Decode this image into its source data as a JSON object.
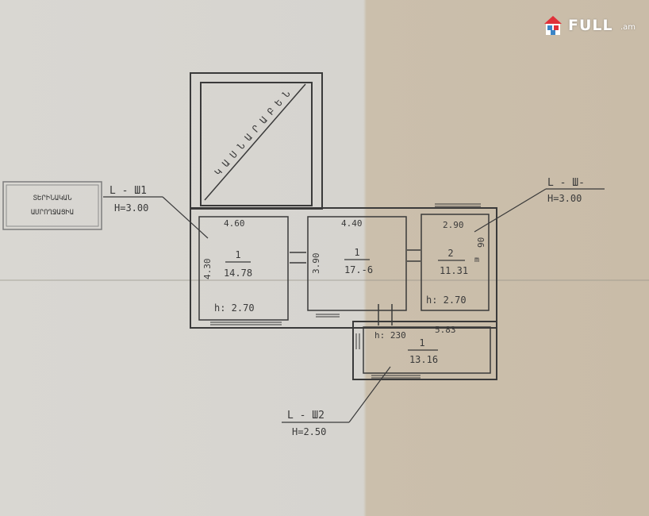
{
  "logo": {
    "text": "FULL",
    "suffix": ".am"
  },
  "stamp": {
    "line1": "ՏԵՐԻՆԱԿԱՆ",
    "line2": "ԱՄՐՈՂՋԱՑԻԱ"
  },
  "labels": {
    "callout_left": {
      "title": "L - Ш1",
      "height": "H=3.00"
    },
    "callout_right": {
      "title": "L - Ш-",
      "height": "H=3.00"
    },
    "callout_bottom": {
      "title": "L - Ш2",
      "height": "H=2.50"
    }
  },
  "rooms": [
    {
      "id": "room-1",
      "number": "1",
      "area": "14.78",
      "width": "4.60",
      "depth": "4.30",
      "ceiling": "h: 2.70"
    },
    {
      "id": "room-2",
      "number": "1",
      "area": "17.-6",
      "width": "4.40",
      "depth": "3.90",
      "ceiling": ""
    },
    {
      "id": "room-3",
      "number": "2",
      "area": "11.31",
      "width": "2.90",
      "depth": "90",
      "ceiling": "h: 2.70",
      "mark": "m"
    },
    {
      "id": "room-4",
      "number": "1",
      "area": "13.16",
      "width": "5.83",
      "depth": "",
      "ceiling": "h: 230"
    }
  ],
  "annex": {
    "text": "Կ Ա Ս Ն Ա Ր Ա Բ Ե Ն"
  },
  "colors": {
    "ink": "#3a3a3a",
    "paper_left": "#d8d6d1",
    "paper_right": "#cabda9",
    "logo_red": "#e0313a",
    "logo_blue": "#3a85c7"
  }
}
